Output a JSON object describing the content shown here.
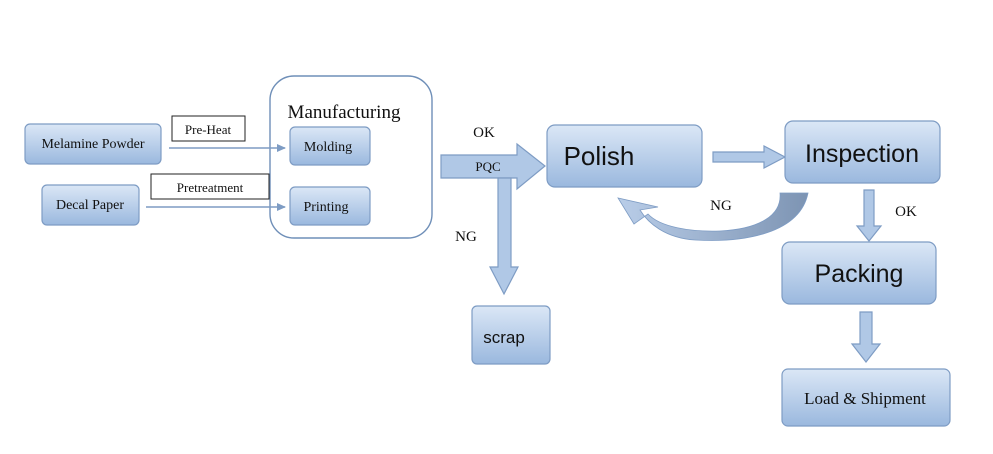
{
  "nodes": {
    "melamine_powder": "Melamine Powder",
    "decal_paper": "Decal Paper",
    "manufacturing": "Manufacturing",
    "molding": "Molding",
    "printing": "Printing",
    "polish": "Polish",
    "inspection": "Inspection",
    "packing": "Packing",
    "scrap": "scrap",
    "load_shipment": "Load & Shipment"
  },
  "edge_labels": {
    "pre_heat": "Pre-Heat",
    "pretreatment": "Pretreatment",
    "pqc": "PQC",
    "ok_polish": "OK",
    "ng_scrap": "NG",
    "ng_rework": "NG",
    "ok_packing": "OK"
  },
  "colors": {
    "box_top": "#dbe7f6",
    "box_bottom": "#9ab8de",
    "border": "#7e9cc4",
    "arrow_fill": "#b0c8e6",
    "rework_arrow_dark": "#7d94b3"
  }
}
